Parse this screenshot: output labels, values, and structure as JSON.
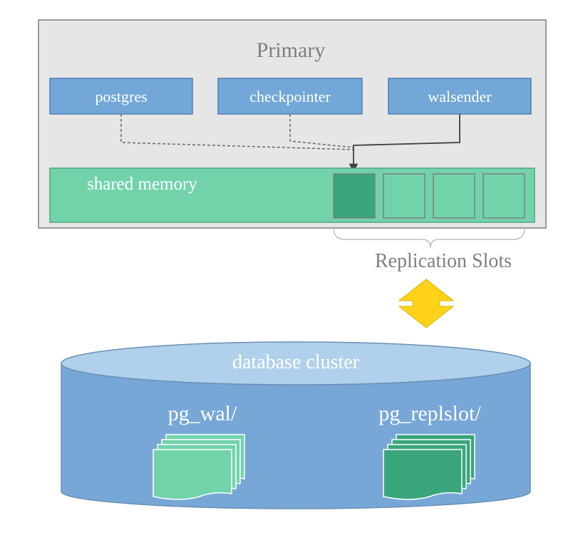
{
  "primary": {
    "title": "Primary",
    "processes": [
      {
        "id": "postgres",
        "label": "postgres"
      },
      {
        "id": "checkpointer",
        "label": "checkpointer"
      },
      {
        "id": "walsender",
        "label": "walsender"
      }
    ],
    "shared_memory": {
      "label": "shared memory",
      "slot_count": 4,
      "active_slot_index": 0
    }
  },
  "replication_slots_label": "Replication Slots",
  "cluster": {
    "title": "database cluster",
    "dirs": [
      {
        "id": "pg_wal",
        "label": "pg_wal/"
      },
      {
        "id": "pg_replslot",
        "label": "pg_replslot/"
      }
    ]
  },
  "colors": {
    "primary_bg": "#e6e6e6",
    "primary_border": "#7f7f7f",
    "process_fill": "#72a7d8",
    "process_border": "#4f7fb5",
    "shared_memory_fill": "#72d3ab",
    "shared_memory_border": "#51a585",
    "slot_active_fill": "#3aa57b",
    "cylinder_body": "#77a7d6",
    "cylinder_top": "#b1d0ec",
    "arrow_fill": "#ffd21a",
    "wal_doc_fill": "#72d3ab",
    "replslot_doc_fill": "#3aa57b",
    "title_text": "#7f7f7f",
    "label_text": "#ffffff"
  }
}
